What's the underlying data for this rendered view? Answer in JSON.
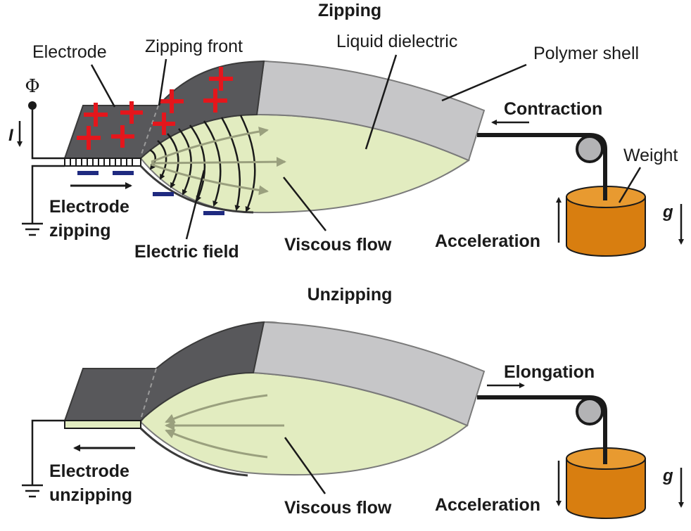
{
  "colors": {
    "electrode": "#58585b",
    "shell": "#c6c6c8",
    "dielectric": "#e2ecc0",
    "weight": "#d87e10",
    "plus": "#e4161c",
    "minus": "#1f2a80",
    "flow": "#9aa07e"
  },
  "zipping": {
    "title": "Zipping",
    "phi": "Φ",
    "current": "I",
    "electrode": "Electrode",
    "zipping_front": "Zipping front",
    "liquid_dielectric": "Liquid dielectric",
    "polymer_shell": "Polymer shell",
    "contraction": "Contraction",
    "weight": "Weight",
    "g": "g",
    "acceleration": "Acceleration",
    "viscous_flow": "Viscous flow",
    "electric_field": "Electric field",
    "electrode_zipping_1": "Electrode",
    "electrode_zipping_2": "zipping"
  },
  "unzipping": {
    "title": "Unzipping",
    "elongation": "Elongation",
    "g": "g",
    "acceleration": "Acceleration",
    "viscous_flow": "Viscous flow",
    "electrode_unzipping_1": "Electrode",
    "electrode_unzipping_2": "unzipping"
  }
}
